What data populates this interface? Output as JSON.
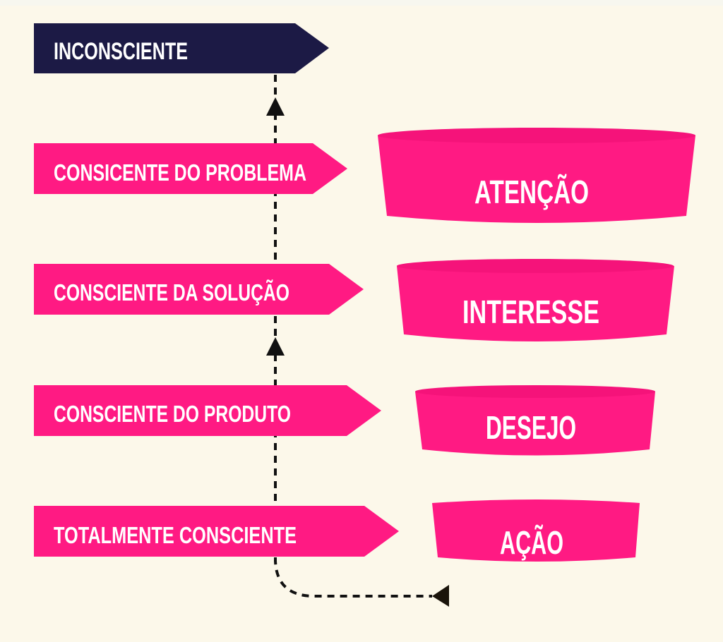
{
  "colors": {
    "background": "#fcf8ea",
    "dark": "#1c1a45",
    "pink": "#ff1a83",
    "arrow": "#111111"
  },
  "awareness_levels": [
    {
      "label": "INCONSCIENTE"
    },
    {
      "label": "CONSICENTE DO PROBLEMA"
    },
    {
      "label": "CONSCIENTE DA SOLUÇÃO"
    },
    {
      "label": "CONSCIENTE DO PRODUTO"
    },
    {
      "label": "TOTALMENTE CONSCIENTE"
    }
  ],
  "funnel_stages": [
    {
      "label": "ATENÇÃO"
    },
    {
      "label": "INTERESSE"
    },
    {
      "label": "DESEJO"
    },
    {
      "label": "AÇÃO"
    }
  ]
}
